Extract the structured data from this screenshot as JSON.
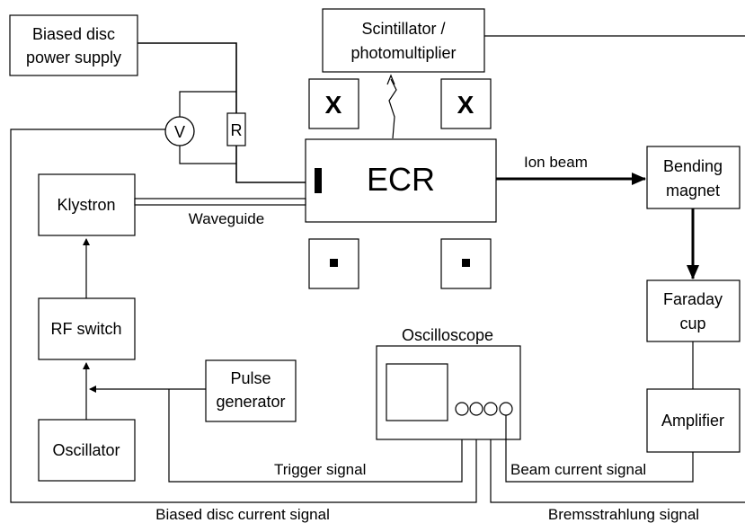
{
  "blocks": {
    "biased_disc_supply": [
      "Biased disc",
      "power supply"
    ],
    "scintillator": [
      "Scintillator /",
      "photomultiplier"
    ],
    "klystron": "Klystron",
    "rf_switch": "RF switch",
    "oscillator": "Oscillator",
    "pulse_generator": [
      "Pulse",
      "generator"
    ],
    "ecr": "ECR",
    "bending_magnet": [
      "Bending",
      "magnet"
    ],
    "faraday_cup": [
      "Faraday",
      "cup"
    ],
    "amplifier": "Amplifier",
    "oscilloscope": "Oscilloscope",
    "voltmeter": "V",
    "resistor": "R",
    "coil_cross": "X"
  },
  "labels": {
    "waveguide": "Waveguide",
    "ion_beam": "Ion beam",
    "trigger_signal": "Trigger signal",
    "beam_current_signal": "Beam current signal",
    "biased_disc_current_signal": "Biased disc current signal",
    "bremsstrahlung_signal": "Bremsstrahlung signal"
  }
}
